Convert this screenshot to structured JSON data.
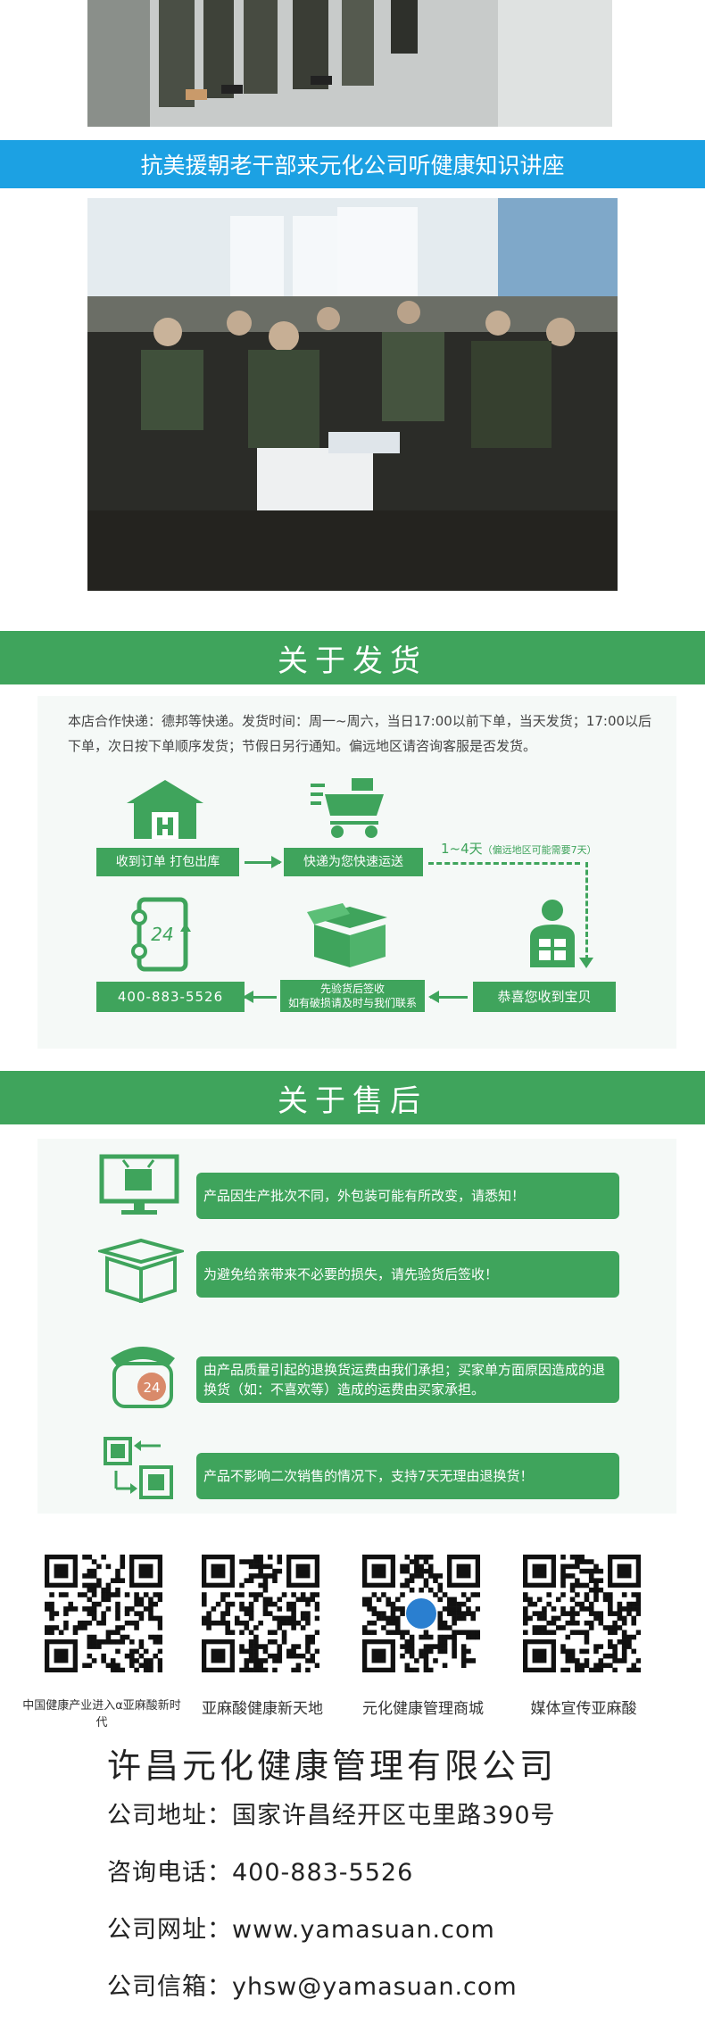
{
  "banner": {
    "title": "抗美援朝老干部来元化公司听健康知识讲座"
  },
  "shipping": {
    "heading": "关于发货",
    "note": "本店合作快递：德邦等快递。发货时间：周一~周六，当日17:00以前下单，当天发货；17:00以后下单，次日按下单顺序发货；节假日另行通知。偏远地区请咨询客服是否发货。",
    "steps": {
      "receive": "收到订单  打包出库",
      "express": "快递为您快速运送",
      "days": "1~4天",
      "days_note": "（偏远地区可能需要7天）",
      "arrive": "恭喜您收到宝贝",
      "inspect_line1": "先验货后签收",
      "inspect_line2": "如有破损请及时与我们联系",
      "phone": "400-883-5526",
      "clock_number": "24"
    }
  },
  "after_sales": {
    "heading": "关于售后",
    "items": [
      {
        "text": "产品因生产批次不同，外包装可能有所改变，请悉知！"
      },
      {
        "text": "为避免给亲带来不必要的损失，请先验货后签收！"
      },
      {
        "text": "由产品质量引起的退换货运费由我们承担；买家单方面原因造成的退换货（如：不喜欢等）造成的运费由买家承担。"
      },
      {
        "text": "产品不影响二次销售的情况下，支持7天无理由退换货！"
      }
    ],
    "phone_badge": "24"
  },
  "qr_codes": [
    {
      "caption": "中国健康产业进入α亚麻酸新时代"
    },
    {
      "caption": "亚麻酸健康新天地"
    },
    {
      "caption": "元化健康管理商城"
    },
    {
      "caption": "媒体宣传亚麻酸"
    }
  ],
  "company": {
    "name": "许昌元化健康管理有限公司",
    "address": "公司地址：国家许昌经开区屯里路390号",
    "phone": "咨询电话：400-883-5526",
    "website": "公司网址：www.yamasuan.com",
    "email": "公司信箱：yhsw@yamasuan.com"
  },
  "colors": {
    "blue_banner": "#1ca1e3",
    "green": "#3fa45c",
    "panel_bg": "#f5f9f7"
  }
}
